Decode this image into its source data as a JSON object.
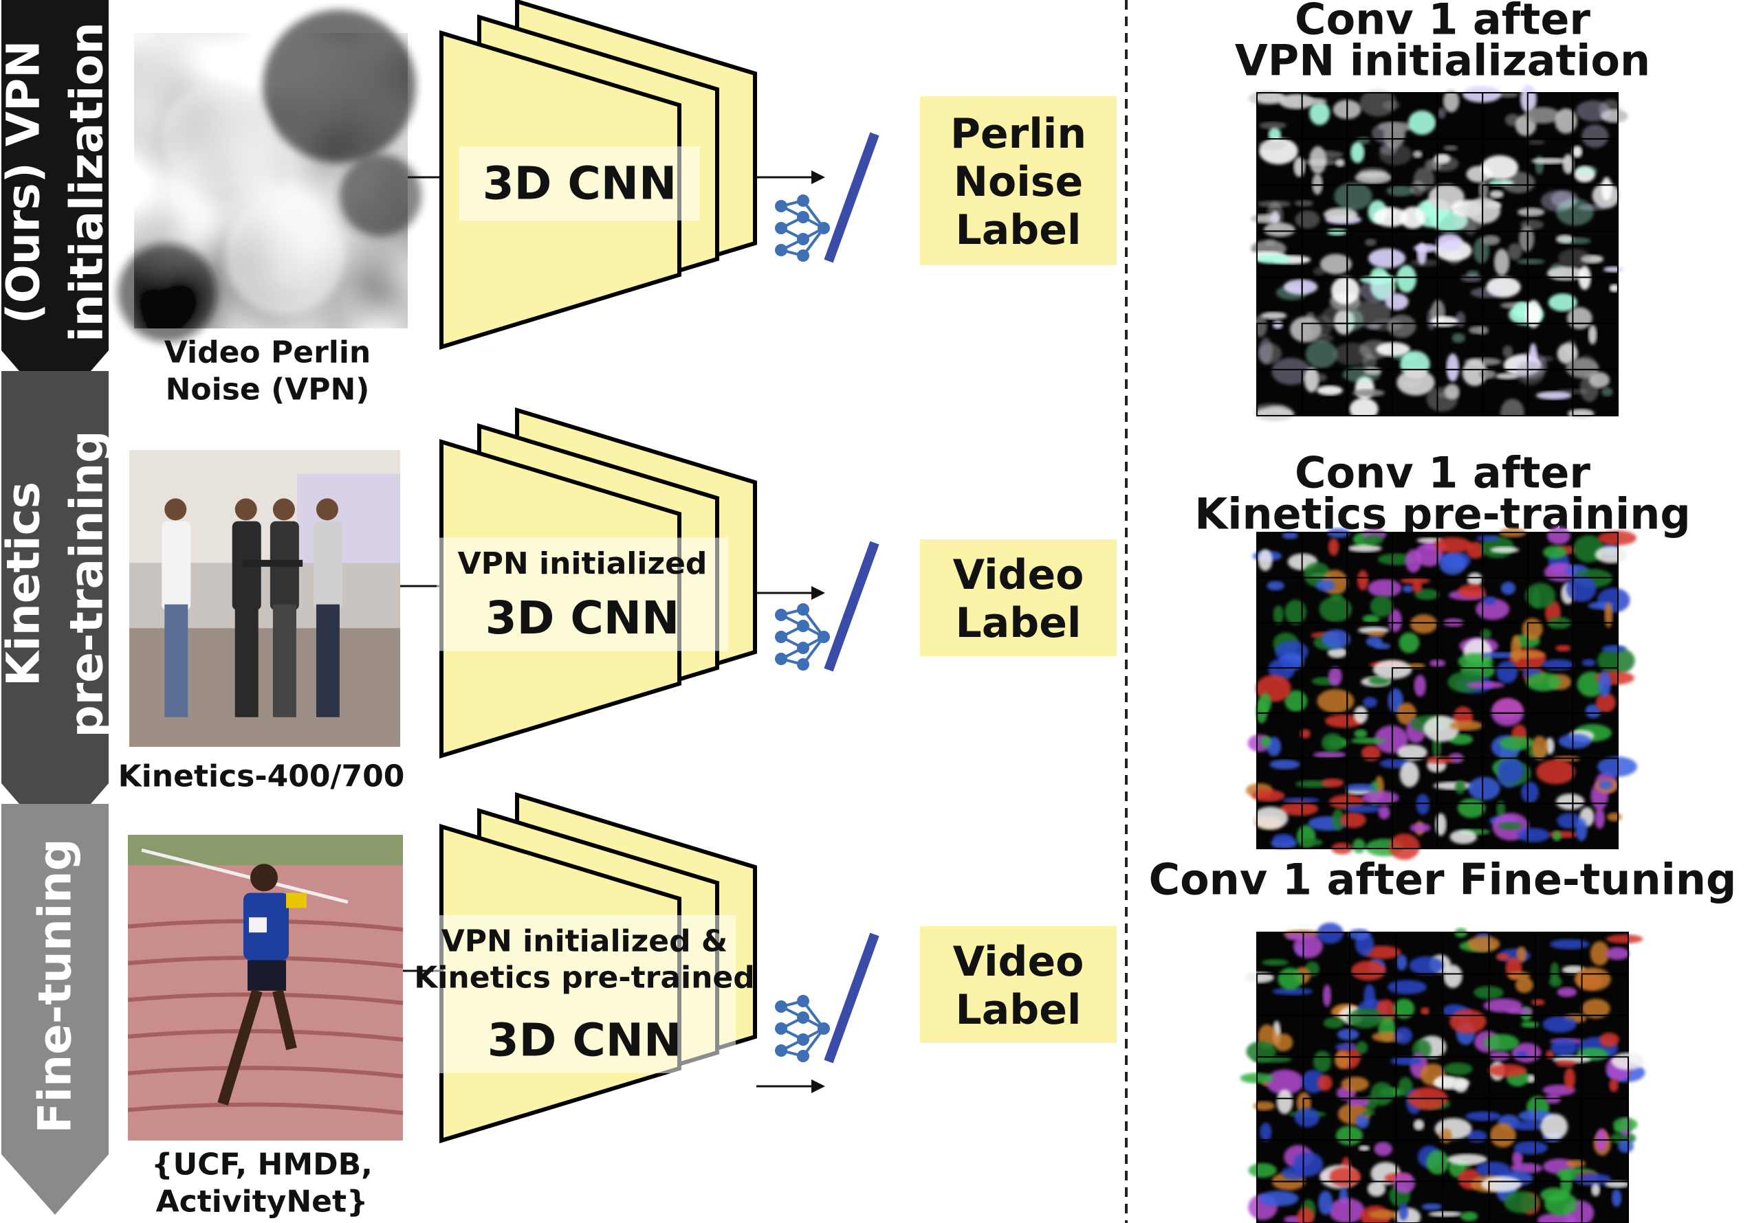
{
  "stages": [
    {
      "lines": [
        "(Ours) VPN",
        "initialization"
      ],
      "color": "#151515"
    },
    {
      "lines": [
        "Kinetics",
        "pre-training"
      ],
      "color": "#4a4a4a"
    },
    {
      "lines": [
        "Fine-tuning"
      ],
      "color": "#8a8a8a"
    }
  ],
  "rows": [
    {
      "image_caption": [
        "Video Perlin",
        "Noise (VPN)"
      ],
      "model_label": [
        "3D CNN"
      ],
      "output_label": [
        "Perlin",
        "Noise",
        "Label"
      ],
      "right_title": [
        "Conv 1 after",
        "VPN initialization"
      ]
    },
    {
      "image_caption": [
        "Kinetics-400/700"
      ],
      "model_label": [
        "VPN initialized",
        "3D CNN"
      ],
      "output_label": [
        "Video",
        "Label"
      ],
      "right_title": [
        "Conv 1 after",
        "Kinetics pre-training"
      ]
    },
    {
      "image_caption": [
        "{UCF, HMDB,",
        "ActivityNet}"
      ],
      "model_label": [
        "VPN initialized &",
        "Kinetics pre-trained",
        "3D CNN"
      ],
      "output_label": [
        "Video",
        "Label"
      ],
      "right_title": [
        "Conv 1 after Fine-tuning"
      ]
    }
  ],
  "colors": {
    "cnn_fill": "#fbf3a8",
    "label_box": "#fbf3a8",
    "classifier_bar": "#3a4ca8",
    "nn_icon": "#3f6fb5",
    "divider": "#222222"
  },
  "icons": [
    "neural-network-icon",
    "classifier-bar-icon"
  ]
}
